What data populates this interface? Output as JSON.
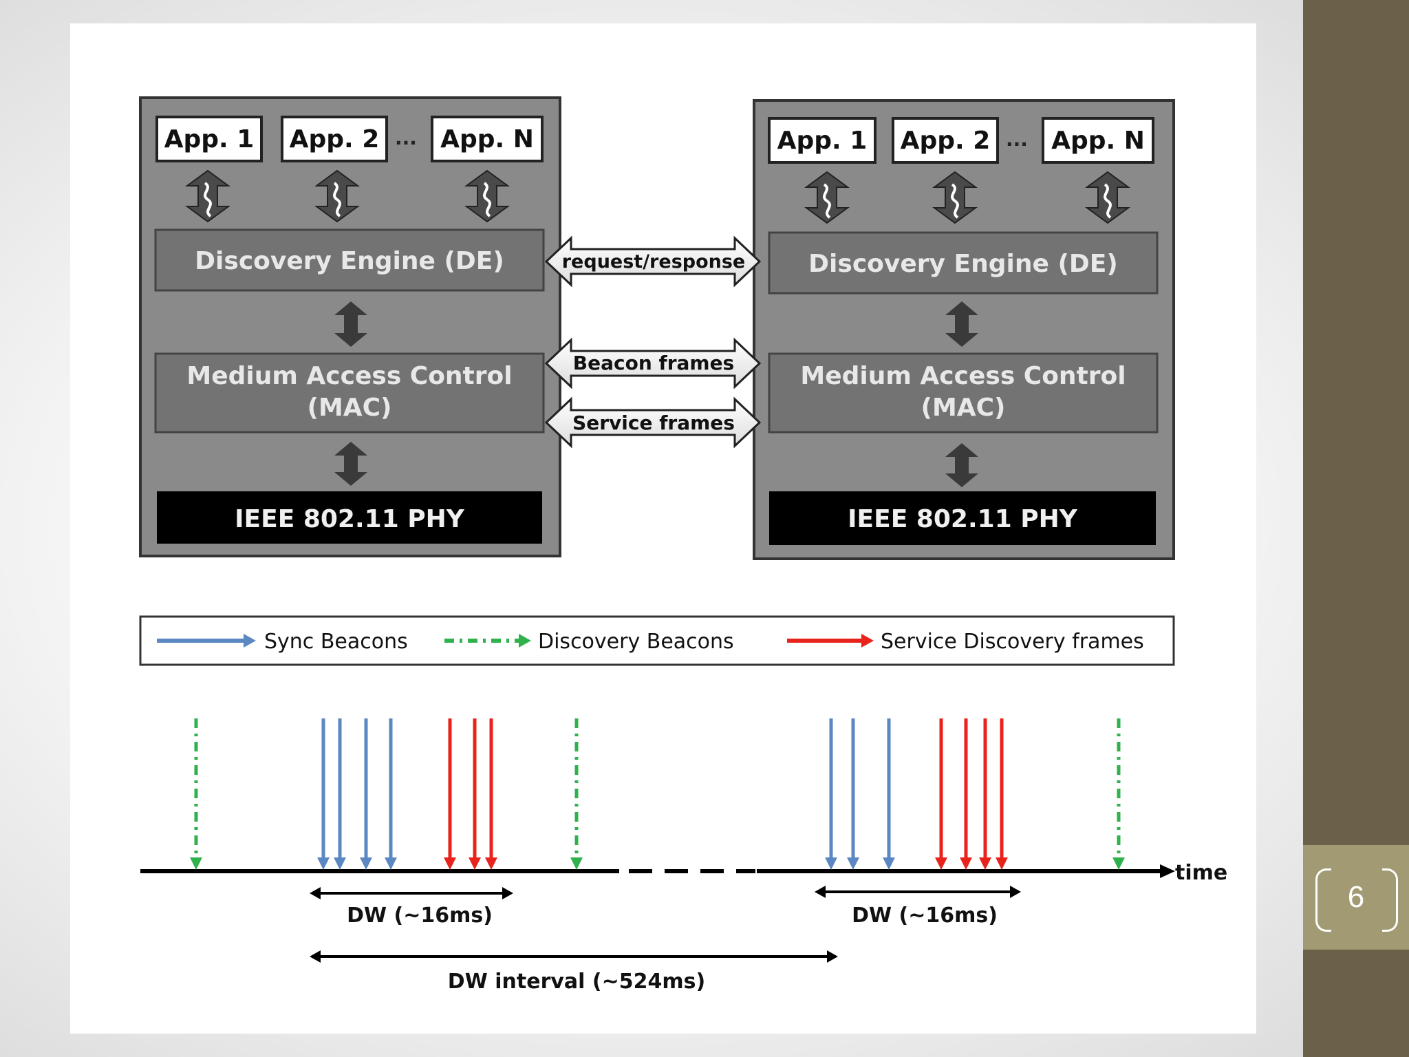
{
  "slide": {
    "page_number": "6",
    "colors": {
      "sidebar": "#6b6049",
      "page_box": "#a29a73"
    }
  },
  "diagram": {
    "nodes": [
      {
        "apps": [
          "App. 1",
          "App. 2",
          "App. N"
        ],
        "ellipsis": "...",
        "discovery_engine": "Discovery Engine (DE)",
        "mac_line1": "Medium Access Control",
        "mac_line2": "(MAC)",
        "phy": "IEEE 802.11 PHY"
      },
      {
        "apps": [
          "App. 1",
          "App. 2",
          "App. N"
        ],
        "ellipsis": "...",
        "discovery_engine": "Discovery Engine (DE)",
        "mac_line1": "Medium Access Control",
        "mac_line2": "(MAC)",
        "phy": "IEEE 802.11 PHY"
      }
    ],
    "links": {
      "request_response": "request/response",
      "beacon_frames": "Beacon frames",
      "service_frames": "Service frames"
    },
    "legend": {
      "sync": "Sync Beacons",
      "discovery": "Discovery Beacons",
      "service": "Service Discovery frames"
    },
    "timeline": {
      "axis_label": "time",
      "dw_label": "DW (~16ms)",
      "dw_interval_label": "DW interval (~524ms)"
    },
    "colors": {
      "sync": "#5b87c2",
      "discovery": "#2fb14c",
      "service": "#e8231c",
      "box_outer": "#8a8a8a",
      "layer": "#737373",
      "phy": "#000000"
    }
  }
}
